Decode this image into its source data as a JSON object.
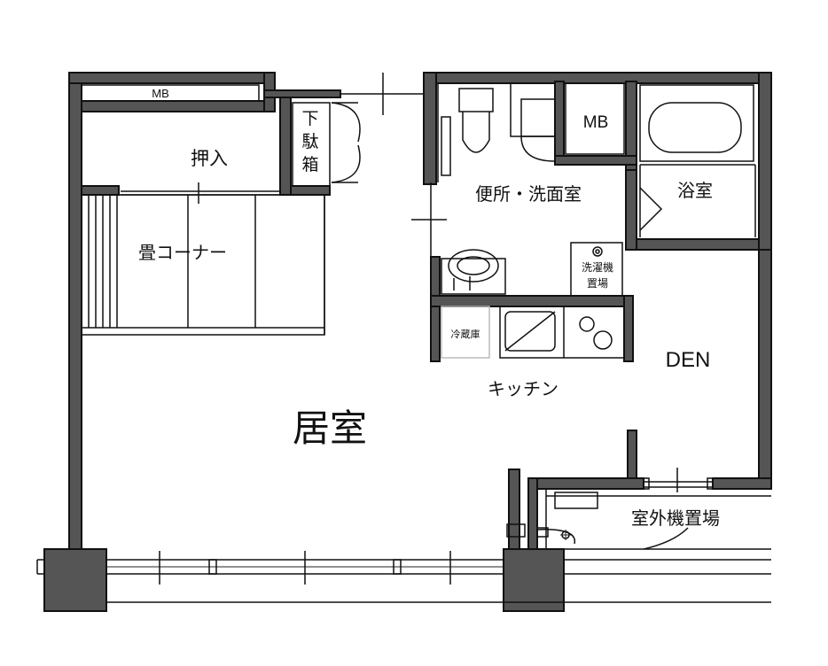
{
  "rooms": {
    "mb_top": "MB",
    "oshiire": "押入",
    "getabako": [
      "下",
      "駄",
      "箱"
    ],
    "tatami": "畳コーナー",
    "toilet_washroom": "便所・洗面室",
    "mb_side": "MB",
    "bathroom": "浴室",
    "washer": [
      "洗濯機",
      "置場"
    ],
    "fridge": "冷蔵庫",
    "den": "DEN",
    "kitchen": "キッチン",
    "living": "居室",
    "outdoor_unit": "室外機置場"
  },
  "colors": {
    "wall_fill": "#555555",
    "line": "#111111",
    "background": "#ffffff",
    "fridge_outline": "#bbbbbb"
  }
}
